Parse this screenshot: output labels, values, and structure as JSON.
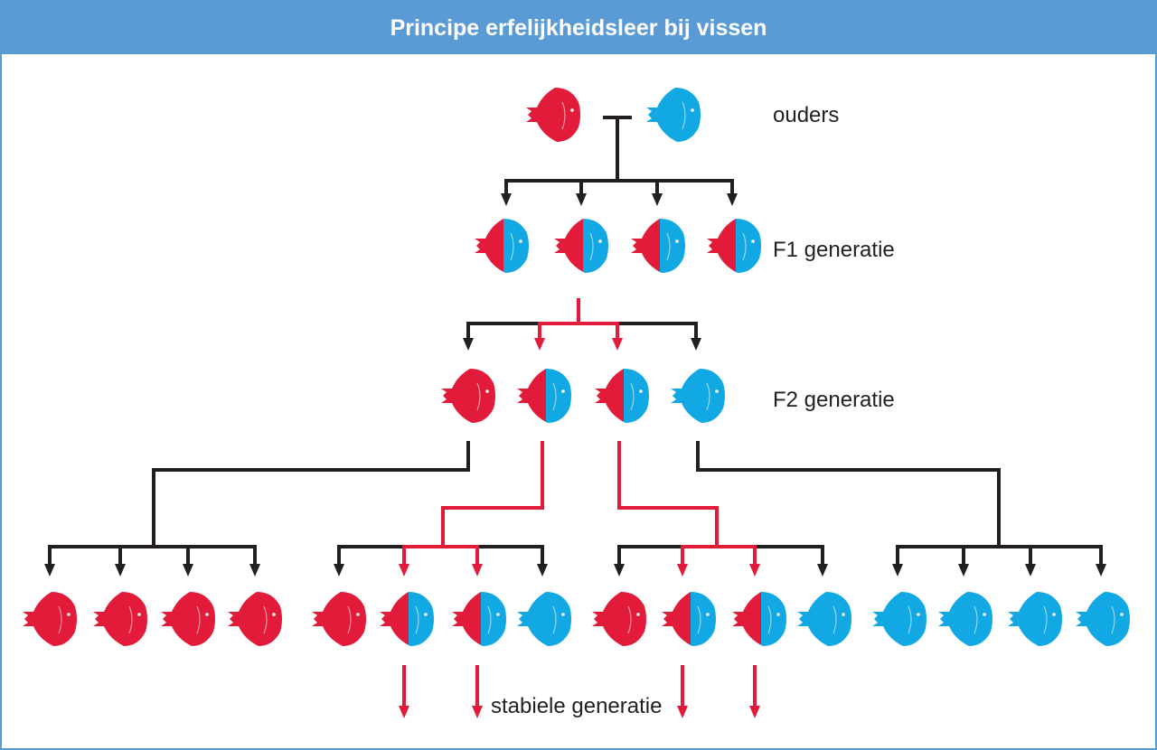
{
  "title": "Principe erfelijkheidsleer bij vissen",
  "labels": {
    "parents": "ouders",
    "f1": "F1 generatie",
    "f2": "F2 generatie",
    "stable": "stabiele generatie"
  },
  "colors": {
    "red": "#e31b3a",
    "blue": "#12a8e4",
    "black_line": "#231f20",
    "red_line": "#e31b3a",
    "header": "#5b9bd5"
  },
  "generations": {
    "parents": [
      "red",
      "blue"
    ],
    "f1": [
      "mixed",
      "mixed",
      "mixed",
      "mixed"
    ],
    "f2": [
      "red",
      "mixed",
      "mixed",
      "blue"
    ],
    "f3": [
      "red",
      "red",
      "red",
      "red",
      "red",
      "mixed",
      "mixed",
      "blue",
      "red",
      "mixed",
      "mixed",
      "blue",
      "blue",
      "blue",
      "blue",
      "blue"
    ]
  }
}
